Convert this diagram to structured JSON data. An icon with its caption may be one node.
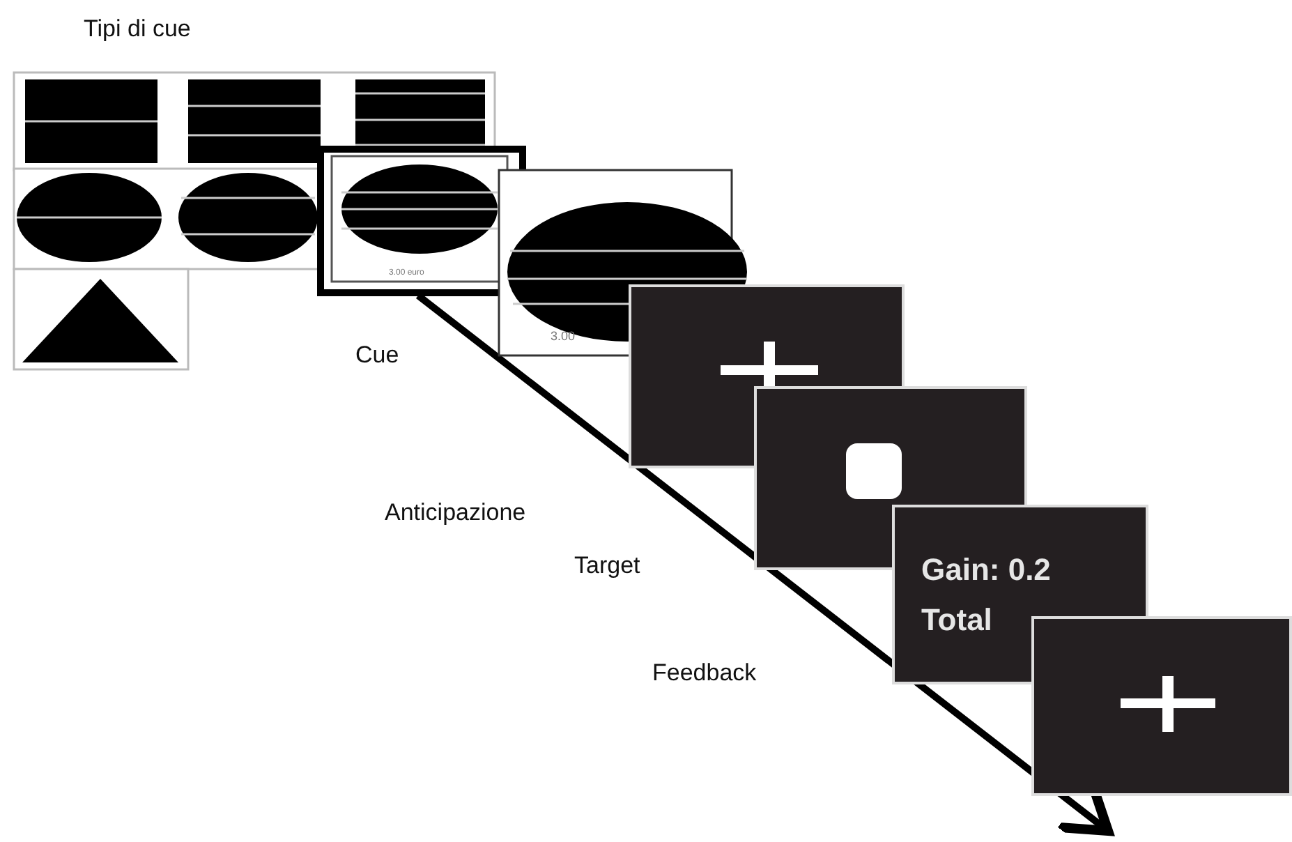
{
  "diagram": {
    "labels": [
      "Tipi di cue",
      "3.00 euro",
      "3.00",
      "Cue",
      "Anticipazione",
      "Target",
      "Gain: 0.2",
      "Total",
      "Feedback"
    ]
  }
}
